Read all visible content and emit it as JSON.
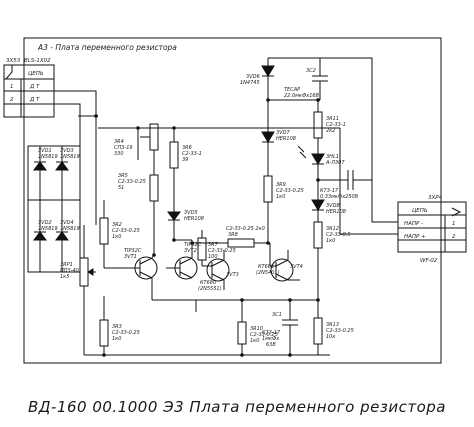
{
  "board_header": "А3 - Плата переменного резистора",
  "connector_left": {
    "ref": "3X53",
    "part": "BLS-1X02",
    "header": "ЦЕПЬ",
    "rows": [
      {
        "pin": "1",
        "net": "Д Т"
      },
      {
        "pin": "2",
        "net": "Д Т"
      }
    ]
  },
  "connector_right": {
    "ref": "3XP4",
    "header": "ЦЕПЬ",
    "part": "WF-02",
    "rows": [
      {
        "net": "НАПР -",
        "pin": "1"
      },
      {
        "net": "НАПР +",
        "pin": "2"
      }
    ]
  },
  "components": {
    "vd1": [
      "3VD1",
      "1N5819"
    ],
    "vd3": [
      "3VD3",
      "1N5819"
    ],
    "vd2": [
      "3VD2",
      "1N5819"
    ],
    "vd4": [
      "3VD4",
      "1N5819"
    ],
    "r4": [
      "3R4",
      "СП3-19",
      "330"
    ],
    "r6": [
      "3R6",
      "С2-33-1",
      "39"
    ],
    "r5": [
      "3R5",
      "С2-33-0.25",
      "51"
    ],
    "r2": [
      "3R2",
      "С2-33-0.25",
      "1к0"
    ],
    "rp1": [
      "3RP1",
      "ПП3-40",
      "1к5"
    ],
    "r3": [
      "3R3",
      "С2-33-0.25",
      "1к0"
    ],
    "vt1": [
      "TIP32C",
      "3VT1"
    ],
    "vt2": [
      "TIP32C",
      "3VT2"
    ],
    "vd5": [
      "3VD5",
      "HER108"
    ],
    "r7": [
      "3R7",
      "С2-33-0.25",
      "100"
    ],
    "r8": [
      "С2-33-0.25  2к0",
      "3R8"
    ],
    "vt3": [
      "КТ680",
      "(2N5551)",
      "3VT3"
    ],
    "vt4": [
      "КТ681",
      "(2N5401)",
      "3VT4"
    ],
    "vd6": [
      "3VD6",
      "1N4745"
    ],
    "c2": [
      "3C2",
      "TECAP",
      "22.0мкФх16В"
    ],
    "r11": [
      "3R11",
      "С2-33-1",
      "2к2"
    ],
    "vd7": [
      "3VD7",
      "HER108"
    ],
    "hl1": [
      "3HL1",
      "А-Л307"
    ],
    "r9": [
      "3R9",
      "С2-33-0.25",
      "1к0"
    ],
    "c4": [
      "К73-17",
      "0.33мкФх250В"
    ],
    "vd8": [
      "3VD8",
      "HER108"
    ],
    "r12": [
      "3R12",
      "С2-33-0.5",
      "1к0"
    ],
    "c1": [
      "3C1",
      "К73-17",
      "1мкФх",
      "63В"
    ],
    "r10": [
      "3R10",
      "С2-33-0.25",
      "1к0"
    ],
    "r13": [
      "3R13",
      "С2-33-0.25",
      "10к"
    ]
  },
  "footer_title": "ВД-160 00.1000 Э3 Плата переменного резистора"
}
